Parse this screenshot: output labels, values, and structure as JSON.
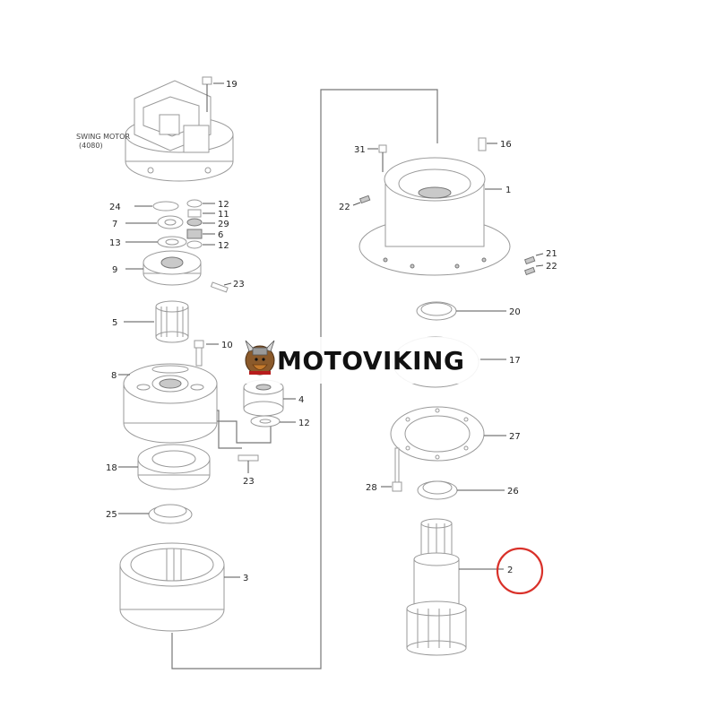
{
  "swing_motor": {
    "line1": "SWING MOTOR",
    "line2": "(4080)"
  },
  "watermark": {
    "text": "MOTOVIKING"
  },
  "callouts": {
    "c1": "1",
    "c2": "2",
    "c3": "3",
    "c4": "4",
    "c5": "5",
    "c6": "6",
    "c7": "7",
    "c8": "8",
    "c9": "9",
    "c10": "10",
    "c11": "11",
    "c12a": "12",
    "c12b": "12",
    "c12c": "12",
    "c13": "13",
    "c16": "16",
    "c17": "17",
    "c18": "18",
    "c19": "19",
    "c20": "20",
    "c21": "21",
    "c22a": "22",
    "c22b": "22",
    "c23a": "23",
    "c23b": "23",
    "c24": "24",
    "c25": "25",
    "c26": "26",
    "c27": "27",
    "c28": "28",
    "c29": "29",
    "c31": "31"
  },
  "highlight": {
    "part": "2",
    "color": "#d9312a"
  }
}
